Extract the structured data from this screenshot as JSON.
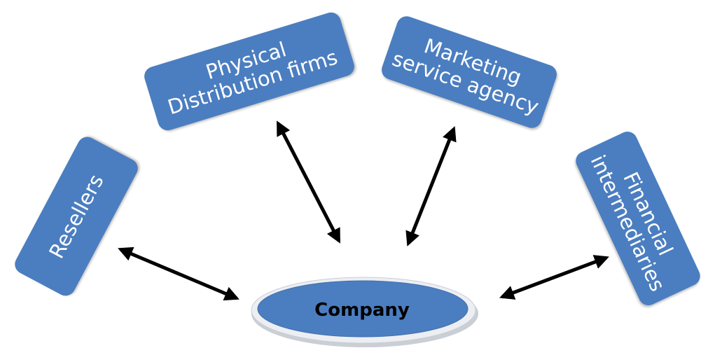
{
  "nodes": {
    "resellers": {
      "lines": [
        "Resellers"
      ]
    },
    "physical_distribution": {
      "lines": [
        "Physical",
        "Distribution firms"
      ]
    },
    "marketing_service": {
      "lines": [
        "Marketing",
        "service agency"
      ]
    },
    "financial": {
      "lines": [
        "Financial",
        "intermediaries"
      ]
    },
    "company": {
      "label": "Company"
    }
  },
  "colors": {
    "box_fill": "#4b7ec0",
    "box_text": "#ffffff",
    "ellipse_fill": "#4b7ec0",
    "ellipse_rim": "#e6e8ec",
    "arrow": "#000000"
  }
}
